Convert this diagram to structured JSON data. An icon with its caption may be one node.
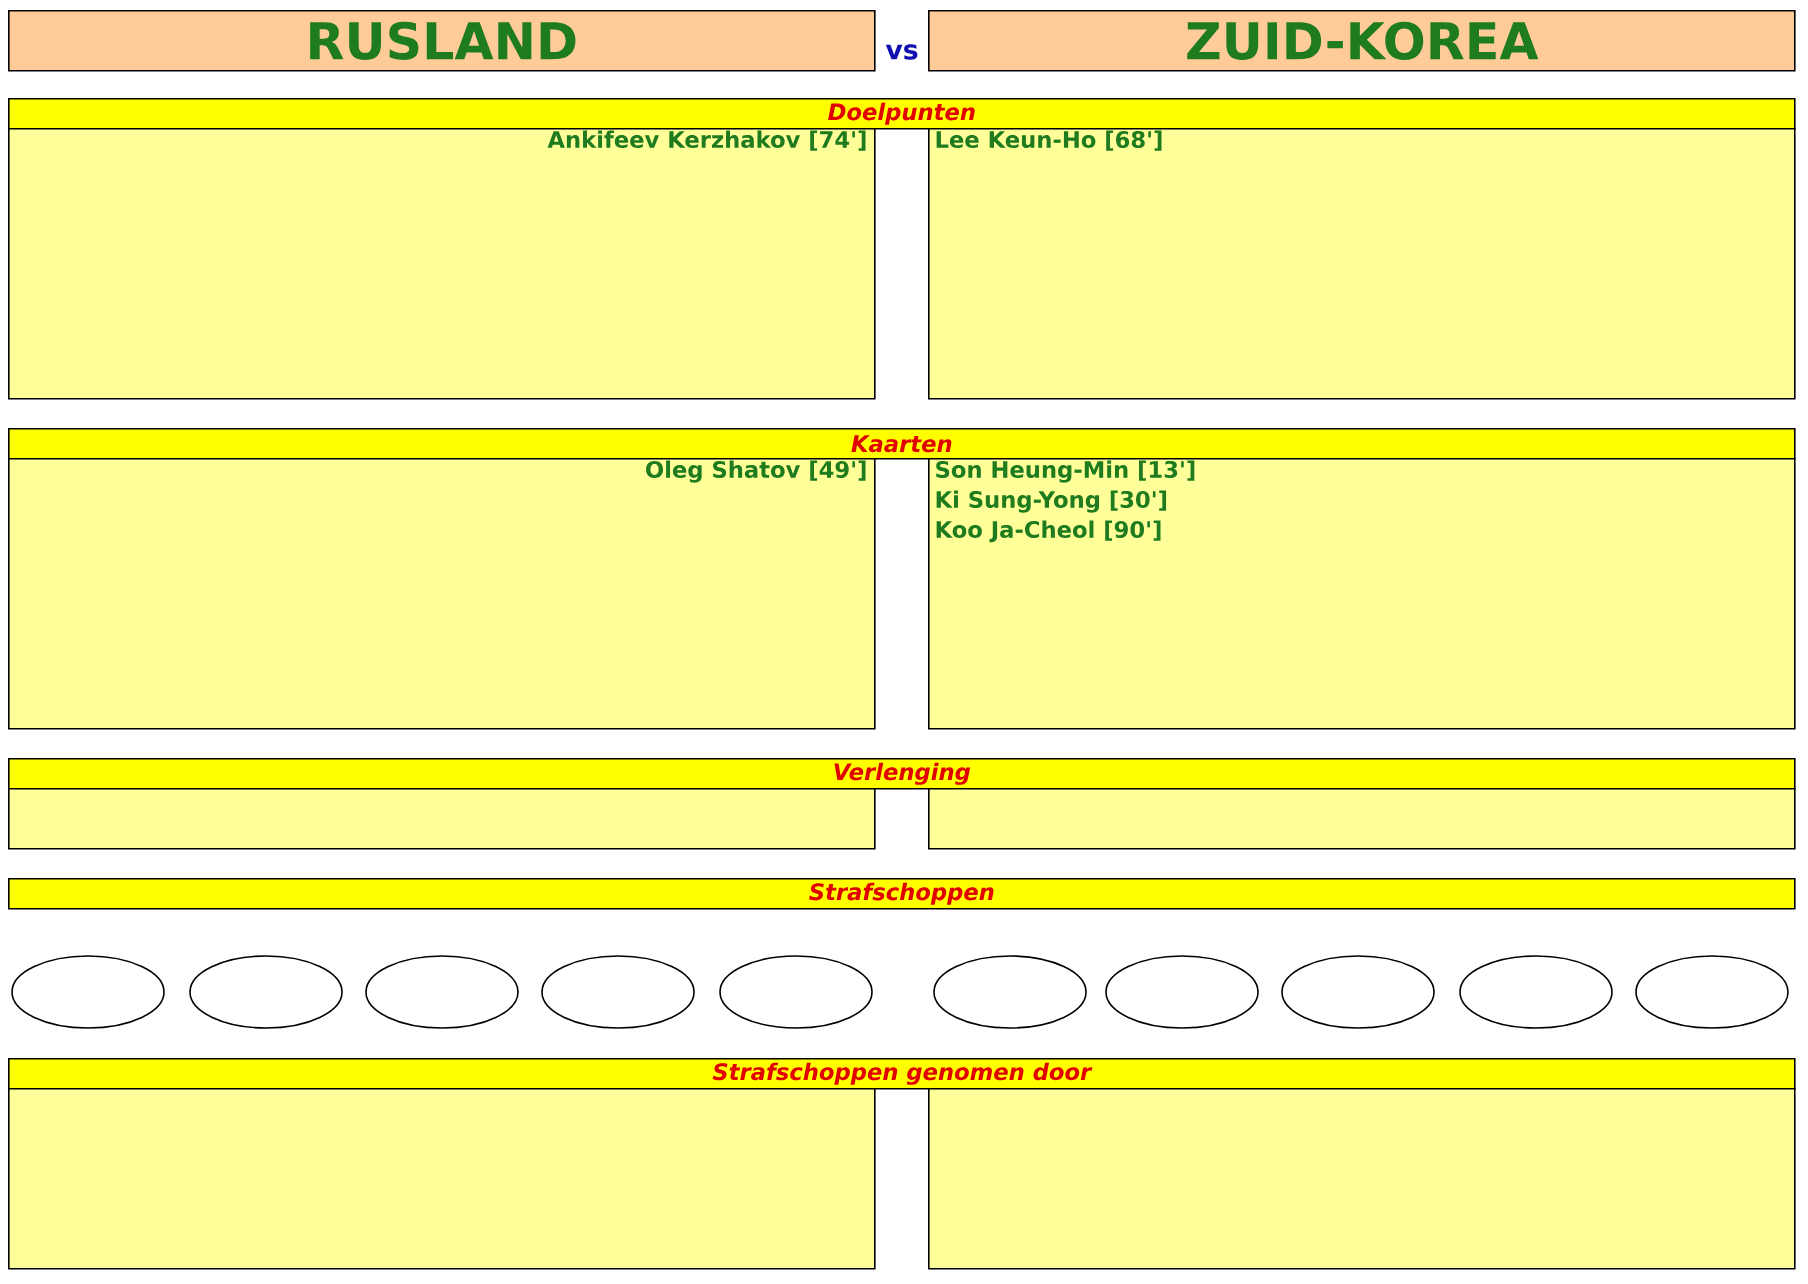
{
  "diagram": {
    "nodes": [
      {
        "text": [
          "RUSLAND"
        ]
      },
      {
        "text": [
          "ZUID-KOREA"
        ]
      },
      {
        "text": [
          "Doelpunten"
        ]
      },
      {
        "text": [
          "Ankifeev Kerzhakov [74']"
        ]
      },
      {
        "text": [
          "Lee Keun-Ho [68']"
        ]
      },
      {
        "text": [
          "Kaarten"
        ]
      },
      {
        "text": [
          "Oleg Shatov [49']"
        ]
      },
      {
        "text": [
          "Son Heung-Min [13']",
          "Ki Sung-Yong [30']",
          "Koo Ja-Cheol [90']"
        ]
      },
      {
        "text": [
          "Verlenging"
        ]
      },
      {
        "text": [],
        "shape": "box"
      },
      {
        "text": [],
        "shape": "box"
      },
      {
        "text": [
          "Strafschoppen"
        ]
      },
      {
        "text": [],
        "shape": "circle"
      },
      {
        "text": [],
        "shape": "circle"
      },
      {
        "text": [],
        "shape": "circle"
      },
      {
        "text": [],
        "shape": "circle"
      },
      {
        "text": [],
        "shape": "circle"
      },
      {
        "text": [],
        "shape": "circle"
      },
      {
        "text": [],
        "shape": "circle"
      },
      {
        "text": [],
        "shape": "circle"
      },
      {
        "text": [],
        "shape": "circle"
      },
      {
        "text": [],
        "shape": "circle"
      },
      {
        "text": [
          "Strafschoppen genomen door"
        ]
      },
      {
        "text": [],
        "shape": "box"
      },
      {
        "text": [],
        "shape": "box"
      }
    ],
    "labels": [
      "vs"
    ]
  }
}
